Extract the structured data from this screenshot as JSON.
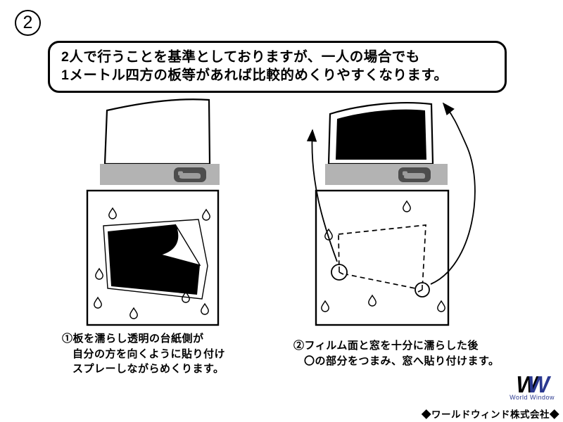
{
  "step_badge": "2",
  "speech_bubble": {
    "line1": "2人で行うことを基準としておりますが、一人の場合でも",
    "line2": "1メートル四方の板等があれば比較的めくりやすくなります。"
  },
  "left_caption": {
    "line1": "①板を濡らし透明の台紙側が",
    "line2": "自分の方を向くように貼り付け",
    "line3": "スプレーしながらめくります。"
  },
  "right_caption": {
    "line1": "②フィルム面と窓を十分に濡らした後",
    "line2": "〇の部分をつまみ、窓へ貼り付けます。"
  },
  "logo": {
    "w1": "W",
    "w2": "W",
    "subtitle": "World Window",
    "company": "◆ワールドウィンド株式会社◆",
    "brand_color": "#2b3990"
  },
  "colors": {
    "sill_gray": "#b3b3b3",
    "spray_dark": "#4d4d4d",
    "brand_blue": "#2b3990"
  },
  "icons": {
    "spray_bottle": "spray-bottle-icon",
    "water_drop": "water-drop-icon",
    "arrow": "arrow-icon"
  }
}
